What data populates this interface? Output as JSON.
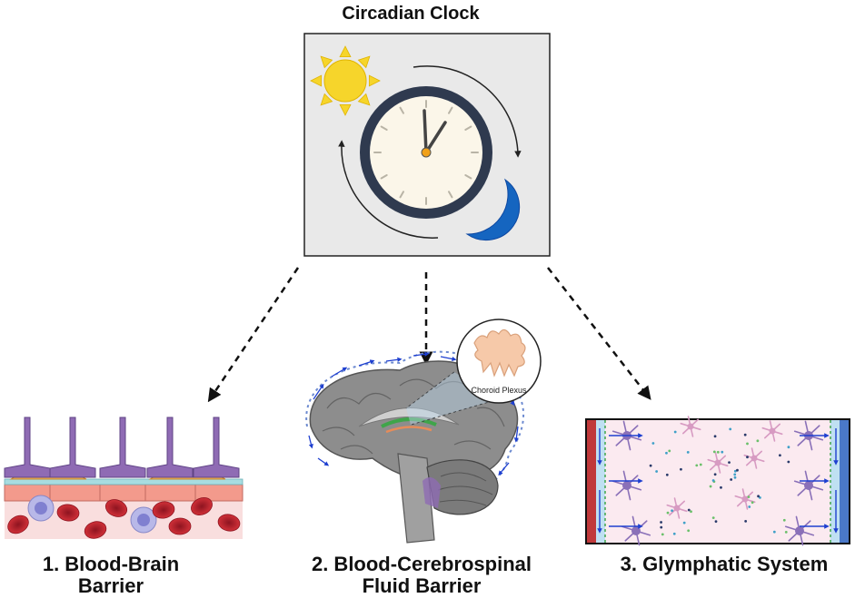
{
  "title": "Circadian Clock",
  "panels": [
    {
      "line1": "1. Blood-Brain",
      "line2": "Barrier"
    },
    {
      "line1": "2. Blood-Cerebrospinal",
      "line2": "Fluid Barrier"
    },
    {
      "line1": "3. Glymphatic System",
      "line2": ""
    }
  ],
  "inset_label": "Choroid Plexus",
  "colors": {
    "sun": "#f6d52b",
    "moon": "#1565c0",
    "clock_ring": "#2f3a4f",
    "clock_face": "#fbf6e9",
    "rbc": "#c62832",
    "neuron": "#8a70b8",
    "vessel": "#c0393b"
  },
  "icons": [
    "sun-icon",
    "moon-icon",
    "clock-icon",
    "brain-illustration",
    "astrocyte-icon",
    "red-blood-cell-icon",
    "neuron-icon"
  ]
}
